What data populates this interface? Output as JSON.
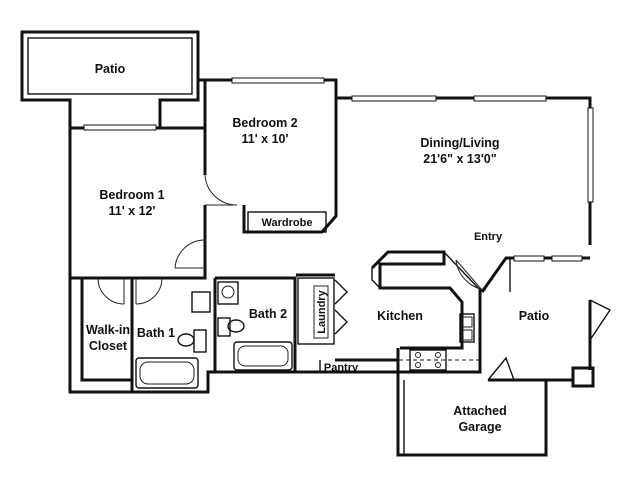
{
  "rooms": {
    "patio_top": "Patio",
    "bedroom2": "Bedroom 2",
    "bedroom2_size": "11' x 10'",
    "dining_living": "Dining/Living",
    "dining_living_size": "21'6\" x 13'0\"",
    "bedroom1": "Bedroom 1",
    "bedroom1_size": "11' x 12'",
    "wardrobe": "Wardrobe",
    "entry": "Entry",
    "walkin_line1": "Walk-in",
    "walkin_line2": "Closet",
    "bath1": "Bath 1",
    "bath2": "Bath 2",
    "laundry": "Laundry",
    "kitchen": "Kitchen",
    "patio_right": "Patio",
    "pantry": "Pantry",
    "garage_line1": "Attached",
    "garage_line2": "Garage"
  }
}
